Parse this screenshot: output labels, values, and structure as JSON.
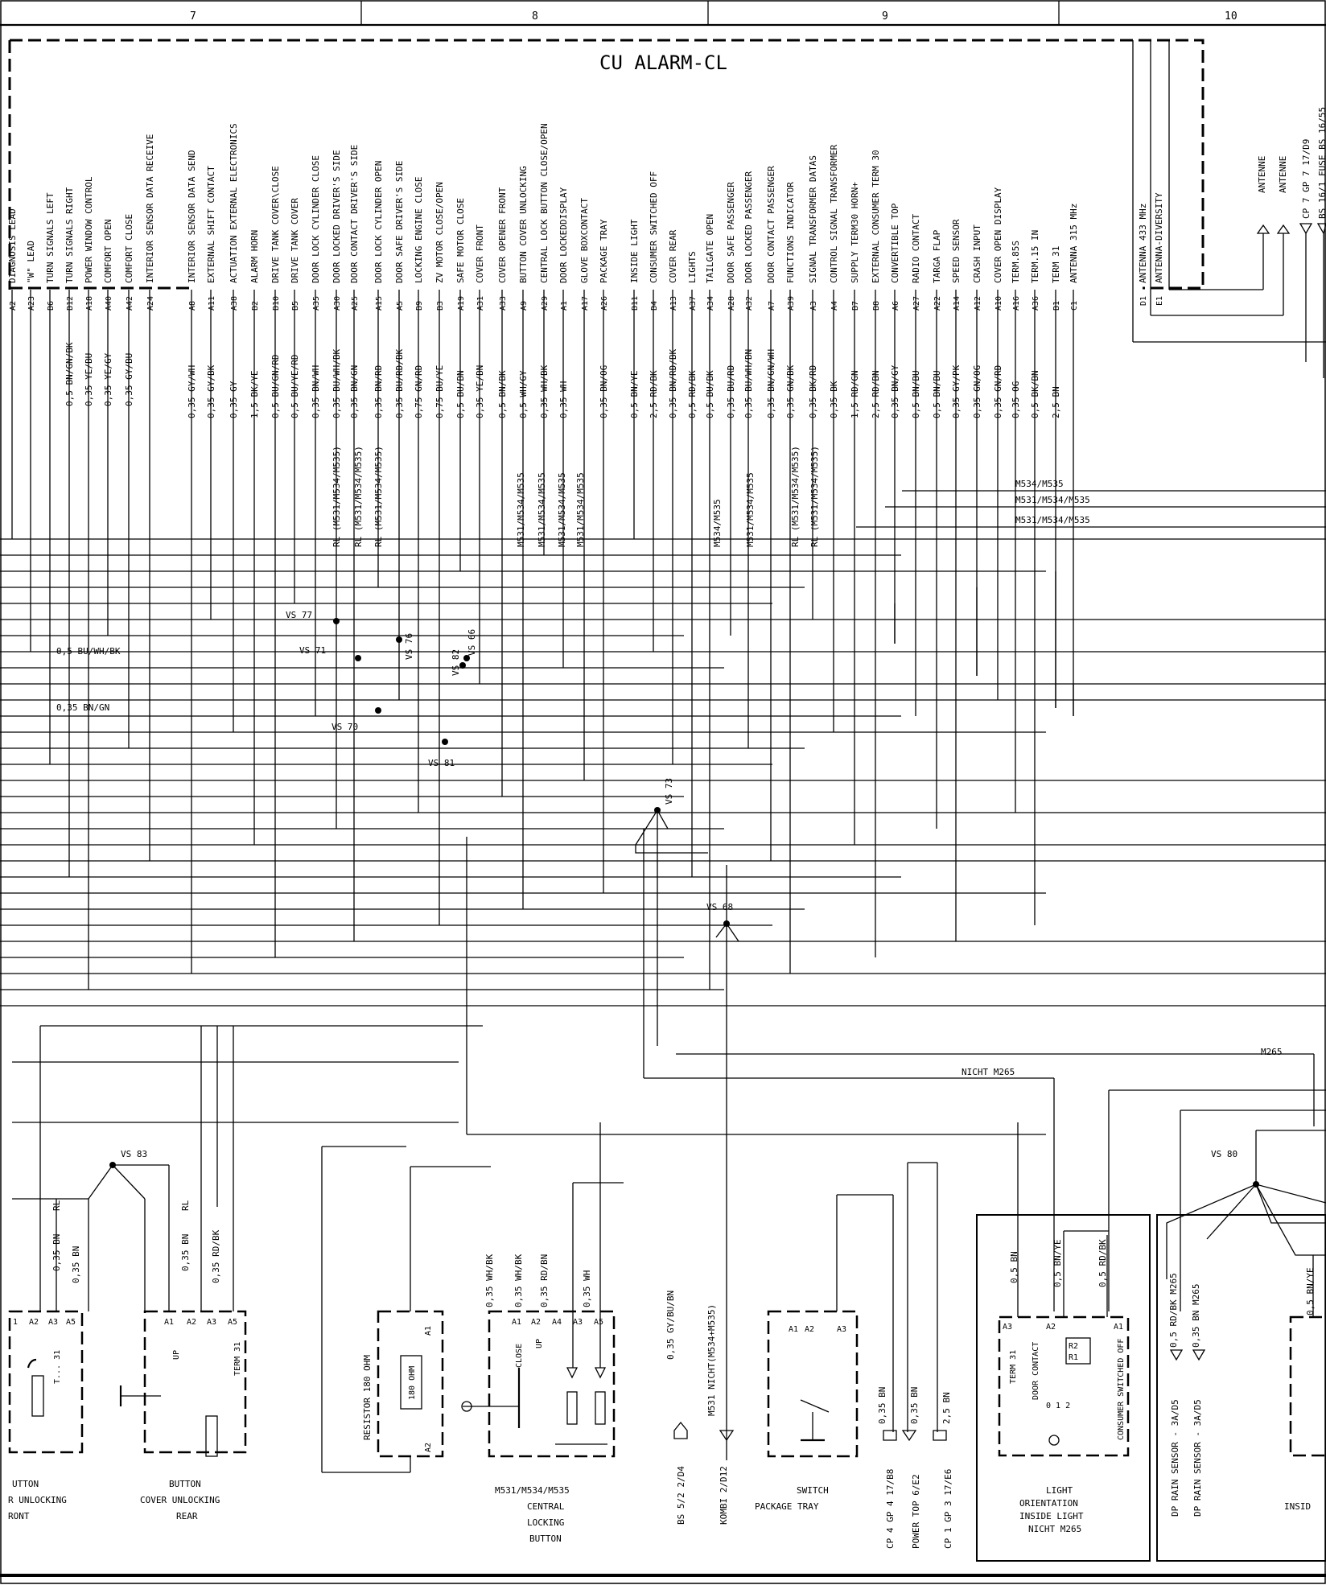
{
  "header": {
    "columns": [
      "7",
      "8",
      "9",
      "10"
    ]
  },
  "control_unit": {
    "title": "CU ALARM-CL"
  },
  "pins": [
    {
      "id": "A2",
      "label": "DIAGNOSIS LEAD",
      "wire": ""
    },
    {
      "id": "A23",
      "label": "\"W\" LEAD",
      "wire": ""
    },
    {
      "id": "B6",
      "label": "TURN SIGNALS LEFT",
      "wire": ""
    },
    {
      "id": "B12",
      "label": "TURN SIGNALS RIGHT",
      "wire": "0,5 BN/GN/BK"
    },
    {
      "id": "A18",
      "label": "POWER WINDOW CONTROL",
      "wire": "0,35 YE/BU"
    },
    {
      "id": "A40",
      "label": "COMFORT OPEN",
      "wire": "0,35 YE/GY"
    },
    {
      "id": "A42",
      "label": "COMFORT CLOSE",
      "wire": "0,35 GY/BU"
    },
    {
      "id": "A24",
      "label": "INTERIOR SENSOR DATA RECEIVE",
      "wire": ""
    },
    {
      "id": "A8",
      "label": "INTERIOR SENSOR DATA SEND",
      "wire": "0,35 GY/WH"
    },
    {
      "id": "A11",
      "label": "EXTERNAL SHIFT CONTACT",
      "wire": "0,35 GY/BK"
    },
    {
      "id": "A38",
      "label": "ACTUATION EXTERNAL ELECTRONICS",
      "wire": "0,35 GY"
    },
    {
      "id": "B2",
      "label": "ALARM HORN",
      "wire": "1,5 BK/YE"
    },
    {
      "id": "B10",
      "label": "DRIVE TANK COVER\\CLOSE",
      "wire": "0,5 BU/GN/RD"
    },
    {
      "id": "B5",
      "label": "DRIVE TANK COVER",
      "wire": "0,5 BU/YE/RD"
    },
    {
      "id": "A35",
      "label": "DOOR LOCK CYLINDER CLOSE",
      "wire": "0,35 BN/WH"
    },
    {
      "id": "A30",
      "label": "DOOR LOCKED DRIVER'S SIDE",
      "wire": "0,35 BU/WH/BK"
    },
    {
      "id": "A25",
      "label": "DOOR CONTACT DRIVER'S SIDE",
      "wire": "0,35 BN/GN"
    },
    {
      "id": "A15",
      "label": "DOOR LOCK CYLINDER OPEN",
      "wire": "0,35 BN/RD"
    },
    {
      "id": "A5",
      "label": "DOOR SAFE DRIVER'S SIDE",
      "wire": "0,35 BU/RD/BK"
    },
    {
      "id": "B9",
      "label": "LOCKING ENGINE CLOSE",
      "wire": "0,75 GN/RD"
    },
    {
      "id": "B3",
      "label": "ZV MOTOR CLOSE/OPEN",
      "wire": "0,75 BU/YE"
    },
    {
      "id": "A19",
      "label": "SAFE MOTOR CLOSE",
      "wire": "0,5 BU/BN"
    },
    {
      "id": "A31",
      "label": "COVER FRONT",
      "wire": "0,35 YE/BN"
    },
    {
      "id": "A33",
      "label": "COVER OPENER FRONT",
      "wire": "0,5 BN/BK"
    },
    {
      "id": "A9",
      "label": "BUTTON COVER UNLOCKING",
      "wire": "0,5 WH/GY"
    },
    {
      "id": "A29",
      "label": "CENTRAL LOCK BUTTON CLOSE/OPEN",
      "wire": "0,35 WH/BK"
    },
    {
      "id": "A1",
      "label": "DOOR LOCKEDDISPLAY",
      "wire": "0,35 WH"
    },
    {
      "id": "A17",
      "label": "GLOVE BOXCONTACT",
      "wire": ""
    },
    {
      "id": "A26",
      "label": "PACKAGE TRAY",
      "wire": "0,35 BN/OG"
    },
    {
      "id": "B11",
      "label": "INSIDE LIGHT",
      "wire": "0,5 BN/YE"
    },
    {
      "id": "B4",
      "label": "CONSUMER SWITCHED OFF",
      "wire": "2,5 RD/BK"
    },
    {
      "id": "A13",
      "label": "COVER REAR",
      "wire": "0,35 BN/RD/BK"
    },
    {
      "id": "A37",
      "label": "LIGHTS",
      "wire": "0,5 RD/BK"
    },
    {
      "id": "A34",
      "label": "TAILGATE OPEN",
      "wire": "0,5 BU/BK"
    },
    {
      "id": "A28",
      "label": "DOOR SAFE PASSENGER",
      "wire": "0,35 BU/RD"
    },
    {
      "id": "A32",
      "label": "DOOR LOCKED PASSENGER",
      "wire": "0,35 BU/WH/BN"
    },
    {
      "id": "A7",
      "label": "DOOR CONTACT PASSENGER",
      "wire": "0,35 BN/GN/WH"
    },
    {
      "id": "A39",
      "label": "FUNCTIONS INDICATOR",
      "wire": "0,35 GN/BK"
    },
    {
      "id": "A3",
      "label": "SIGNAL TRANSFORMER DATAS",
      "wire": "0,35 BK/RD"
    },
    {
      "id": "A4",
      "label": "CONTROL SIGNAL TRANSFORMER",
      "wire": "0,35 BK"
    },
    {
      "id": "B7",
      "label": "SUPPLY TERM30 HORN+",
      "wire": "1,5 RD/GN"
    },
    {
      "id": "B8",
      "label": "EXTERNAL CONSUMER TERM 30",
      "wire": "2,5 RD/BN"
    },
    {
      "id": "A6",
      "label": "CONVERTIBLE TOP",
      "wire": "0,35 BN/GY"
    },
    {
      "id": "A27",
      "label": "RADIO CONTACT",
      "wire": "0,5 BN/BU"
    },
    {
      "id": "A22",
      "label": "TARGA FLAP",
      "wire": "0,5 BN/BU"
    },
    {
      "id": "A14",
      "label": "SPEED SENSOR",
      "wire": "0,35 GY/PK"
    },
    {
      "id": "A12",
      "label": "CRASH INPUT",
      "wire": "0,35 GN/OG"
    },
    {
      "id": "A10",
      "label": "COVER OPEN DISPLAY",
      "wire": "0,35 GN/RD"
    },
    {
      "id": "A16",
      "label": "TERM.85S",
      "wire": "0,35 OG"
    },
    {
      "id": "A36",
      "label": "TERM.15 IN",
      "wire": "0,5 BK/BN"
    },
    {
      "id": "B1",
      "label": "TERM 31",
      "wire": "2,5 BN"
    },
    {
      "id": "C1",
      "label": "ANTENNA 315 MHz",
      "wire": ""
    },
    {
      "id": "D1",
      "label": "ANTENNA 433 MHz",
      "wire": ""
    },
    {
      "id": "E1",
      "label": "ANTENNA-DIVERSITY",
      "wire": ""
    }
  ],
  "variant_labels": [
    {
      "text": "RL (M531/M534/M535)"
    },
    {
      "text": "RL (M531/M534/M535)"
    },
    {
      "text": "RL (M531/M534/M535)"
    },
    {
      "text": "M531/M534/M535"
    },
    {
      "text": "M531/M534/M535"
    },
    {
      "text": "M531/M534/M535"
    },
    {
      "text": "M531/M534/M535"
    },
    {
      "text": "M534/M535"
    },
    {
      "text": "M531/M534/M535"
    },
    {
      "text": "RL (M531/M534/M535)"
    },
    {
      "text": "RL (M531/M534/M535)"
    }
  ],
  "horizontal_labels": {
    "m534": "M534/M535",
    "m531a": "M531/M534/M535",
    "m531b": "M531/M534/M535",
    "bu_wh_bk": "0,5 BU/WH/BK",
    "bn_gn": "0,35 BN/GN",
    "m265": "M265",
    "nicht_m265": "NICHT M265"
  },
  "splices": {
    "vs77": "VS 77",
    "vs71": "VS 71",
    "vs76": "VS 76",
    "vs82": "VS 82",
    "vs66": "VS 66",
    "vs70": "VS 70",
    "vs81": "VS 81",
    "vs73": "VS 73",
    "vs68": "VS 68",
    "vs83": "VS 83",
    "vs80": "VS 80"
  },
  "right_refs": {
    "antenne1": "ANTENNE",
    "antenne2": "ANTENNE",
    "cp7": "CP 7 GP 7 17/D9",
    "bs16": "BS 16/1 FUSE BS 16/55"
  },
  "components": {
    "button_front": {
      "l1": "UTTON",
      "l2": "R UNLOCKING",
      "l3": "RONT",
      "wires": [
        "0,35 BN",
        "0,35 BN"
      ],
      "rl": "RL",
      "pins": [
        "1",
        "A2",
        "A3",
        "A5"
      ],
      "term": "T... 31"
    },
    "button_rear": {
      "l1": "BUTTON",
      "l2": "COVER UNLOCKING",
      "l3": "REAR",
      "wires": [
        "0,35 BN",
        "0,35 RD/BK"
      ],
      "rl": "RL",
      "pins": [
        "A1",
        "A2",
        "A3",
        "A5"
      ],
      "up": "UP",
      "term": "TERM 31"
    },
    "resistor": {
      "label": "RESISTOR 180 OHM",
      "inner": "180 OHM",
      "pins": [
        "A1",
        "A2"
      ]
    },
    "central_lock": {
      "l1": "M531/M534/M535",
      "l2": "CENTRAL",
      "l3": "LOCKING",
      "l4": "BUTTON",
      "wires": [
        "0,35 WH/BK",
        "0,35 WH/BK",
        "0,35 RD/BN",
        "0,35 WH"
      ],
      "pins": [
        "A1",
        "A2",
        "A4",
        "A3",
        "A5"
      ],
      "close": "CLOSE",
      "up": "UP"
    },
    "bs5_ref": {
      "wire": "0,35 GY/BU/BN",
      "ref": "BS 5/2 2/D4"
    },
    "kombi_ref": {
      "wire": "M531 NICHT(M534+M535)",
      "ref": "KOMBI 2/D12"
    },
    "switch_tray": {
      "l1": "SWITCH",
      "l2": "PACKAGE TRAY",
      "pins": [
        "A1",
        "A2",
        "A3"
      ]
    },
    "cp4": {
      "wire": "0,35 BN",
      "ref": "CP 4 GP 4 17/B8"
    },
    "power_top": {
      "wire": "0,35 BN",
      "ref": "POWER TOP 6/E2"
    },
    "cp1": {
      "wire": "2,5 BN",
      "ref": "CP 1 GP 3 17/E6"
    },
    "light_orient": {
      "l1": "LIGHT",
      "l2": "ORIENTATION",
      "l3": "INSIDE LIGHT",
      "l4": "NICHT M265",
      "wires": [
        "0,5 BN",
        "0,5 BN/YE",
        "0,5 RD/BK"
      ],
      "pins": [
        "A3",
        "A2",
        "A1"
      ],
      "term": "TERM 31",
      "door": "DOOR CONTACT",
      "consumer": "CONSUMER SWITCHED OFF",
      "pos": "0 1 2",
      "r2": "R2",
      "r1": "R1"
    },
    "rain_sensor": {
      "wires": [
        "0,5 RD/BK M265",
        "0,35 BN M265"
      ],
      "refs": [
        "DP RAIN SENSOR - 3A/D5",
        "DP RAIN SENSOR - 3A/D5"
      ]
    },
    "inside_light": {
      "wire": "0,5 BN/YE",
      "label": "INSID"
    }
  }
}
